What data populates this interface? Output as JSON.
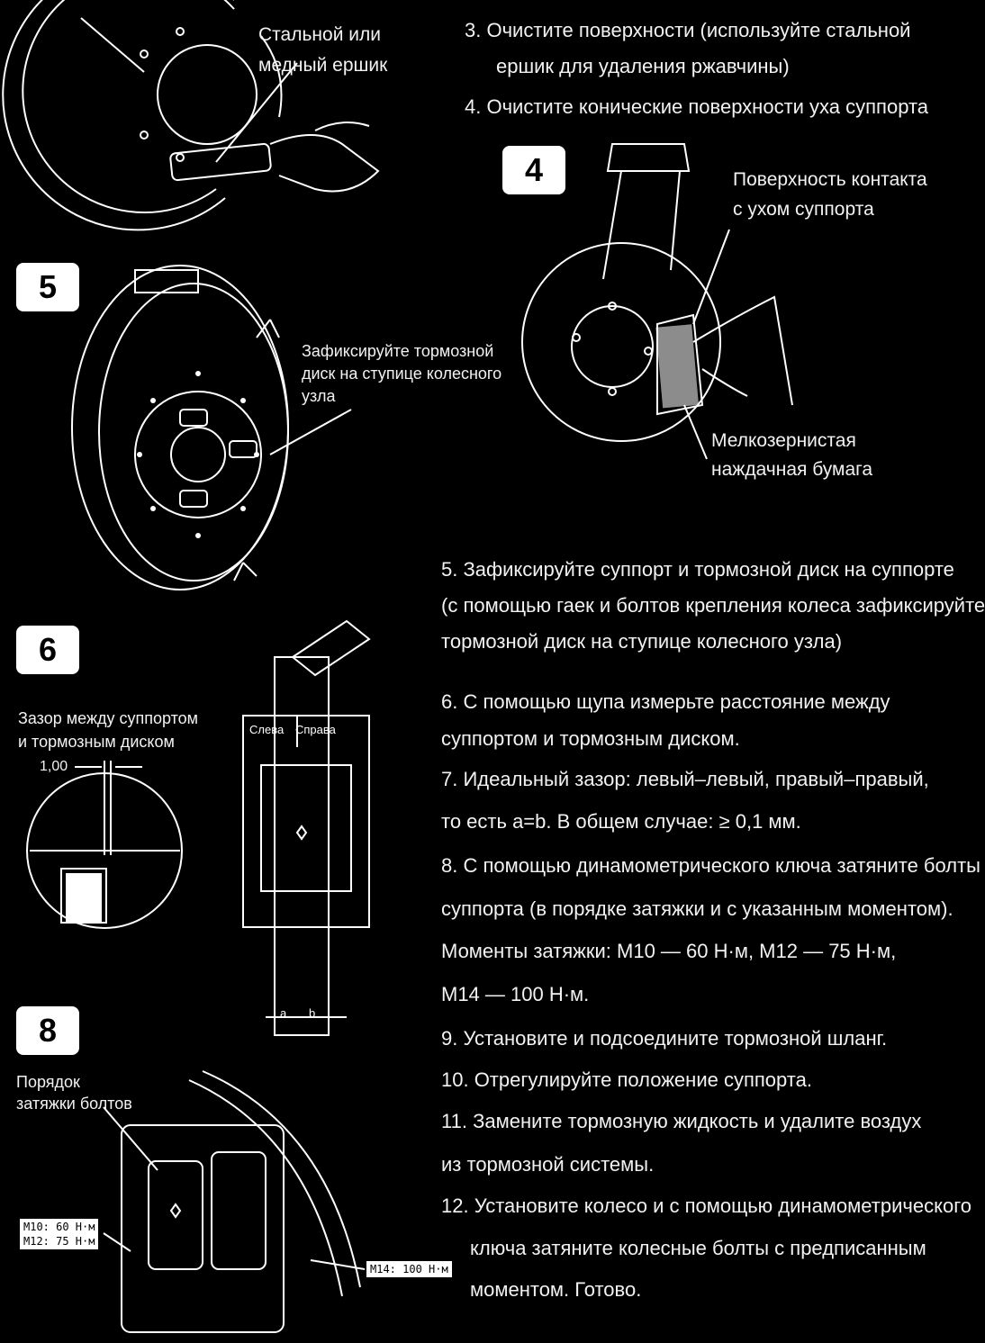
{
  "figure_top": {
    "callout": [
      "Стальной или",
      "медный ершик"
    ]
  },
  "figure_4": {
    "badge": "4",
    "callout_contact": [
      "Поверхность контакта",
      "с ухом суппорта"
    ],
    "callout_paper": [
      "Мелкозернистая",
      "наждачная бумага"
    ]
  },
  "figure_5": {
    "badge": "5",
    "callout": [
      "Зафиксируйте тормозной",
      "диск на ступице колесного",
      "узла"
    ]
  },
  "figure_6": {
    "badge": "6",
    "gap_label": [
      "Зазор между суппортом",
      "и тормозным диском"
    ],
    "gap_value": "1,00",
    "left": "Слева",
    "right": "Справа",
    "a": "a",
    "b": "b"
  },
  "figure_8": {
    "badge": "8",
    "label": [
      "Порядок",
      "затяжки болтов"
    ],
    "torque_m10": "M10: 60 Н·м",
    "torque_m12": "M12: 75 Н·м",
    "torque_m14": "M14: 100 Н·м"
  },
  "steps": [
    "3.  Очистите поверхности (используйте стальной",
    "ершик для удаления ржавчины)",
    "4.  Очистите конические поверхности уха суппорта",
    "5.  Зафиксируйте суппорт и тормозной диск на суппорте",
    "(с помощью гаек и болтов крепления колеса зафиксируйте",
    "тормозной диск на ступице колесного узла)",
    "6.  С помощью щупа измерьте расстояние между",
    "суппортом и тормозным диском.",
    "7.  Идеальный зазор: левый–левый, правый–правый,",
    "то есть a=b. В общем случае: ≥ 0,1 мм.",
    "8.  С помощью динамометрического ключа затяните болты",
    "суппорта (в порядке затяжки и с указанным моментом).",
    "Моменты затяжки:  M10 — 60 Н·м, M12 — 75 Н·м,",
    "M14 — 100 Н·м.",
    "9.  Установите и подсоедините тормозной шланг.",
    "10.  Отрегулируйте положение суппорта.",
    "11.  Замените тормозную жидкость и удалите воздух",
    "из тормозной системы.",
    "12.  Установите колесо и с помощью динамометрического",
    "ключа затяните колесные болты с предписанным",
    "моментом. Готово."
  ]
}
